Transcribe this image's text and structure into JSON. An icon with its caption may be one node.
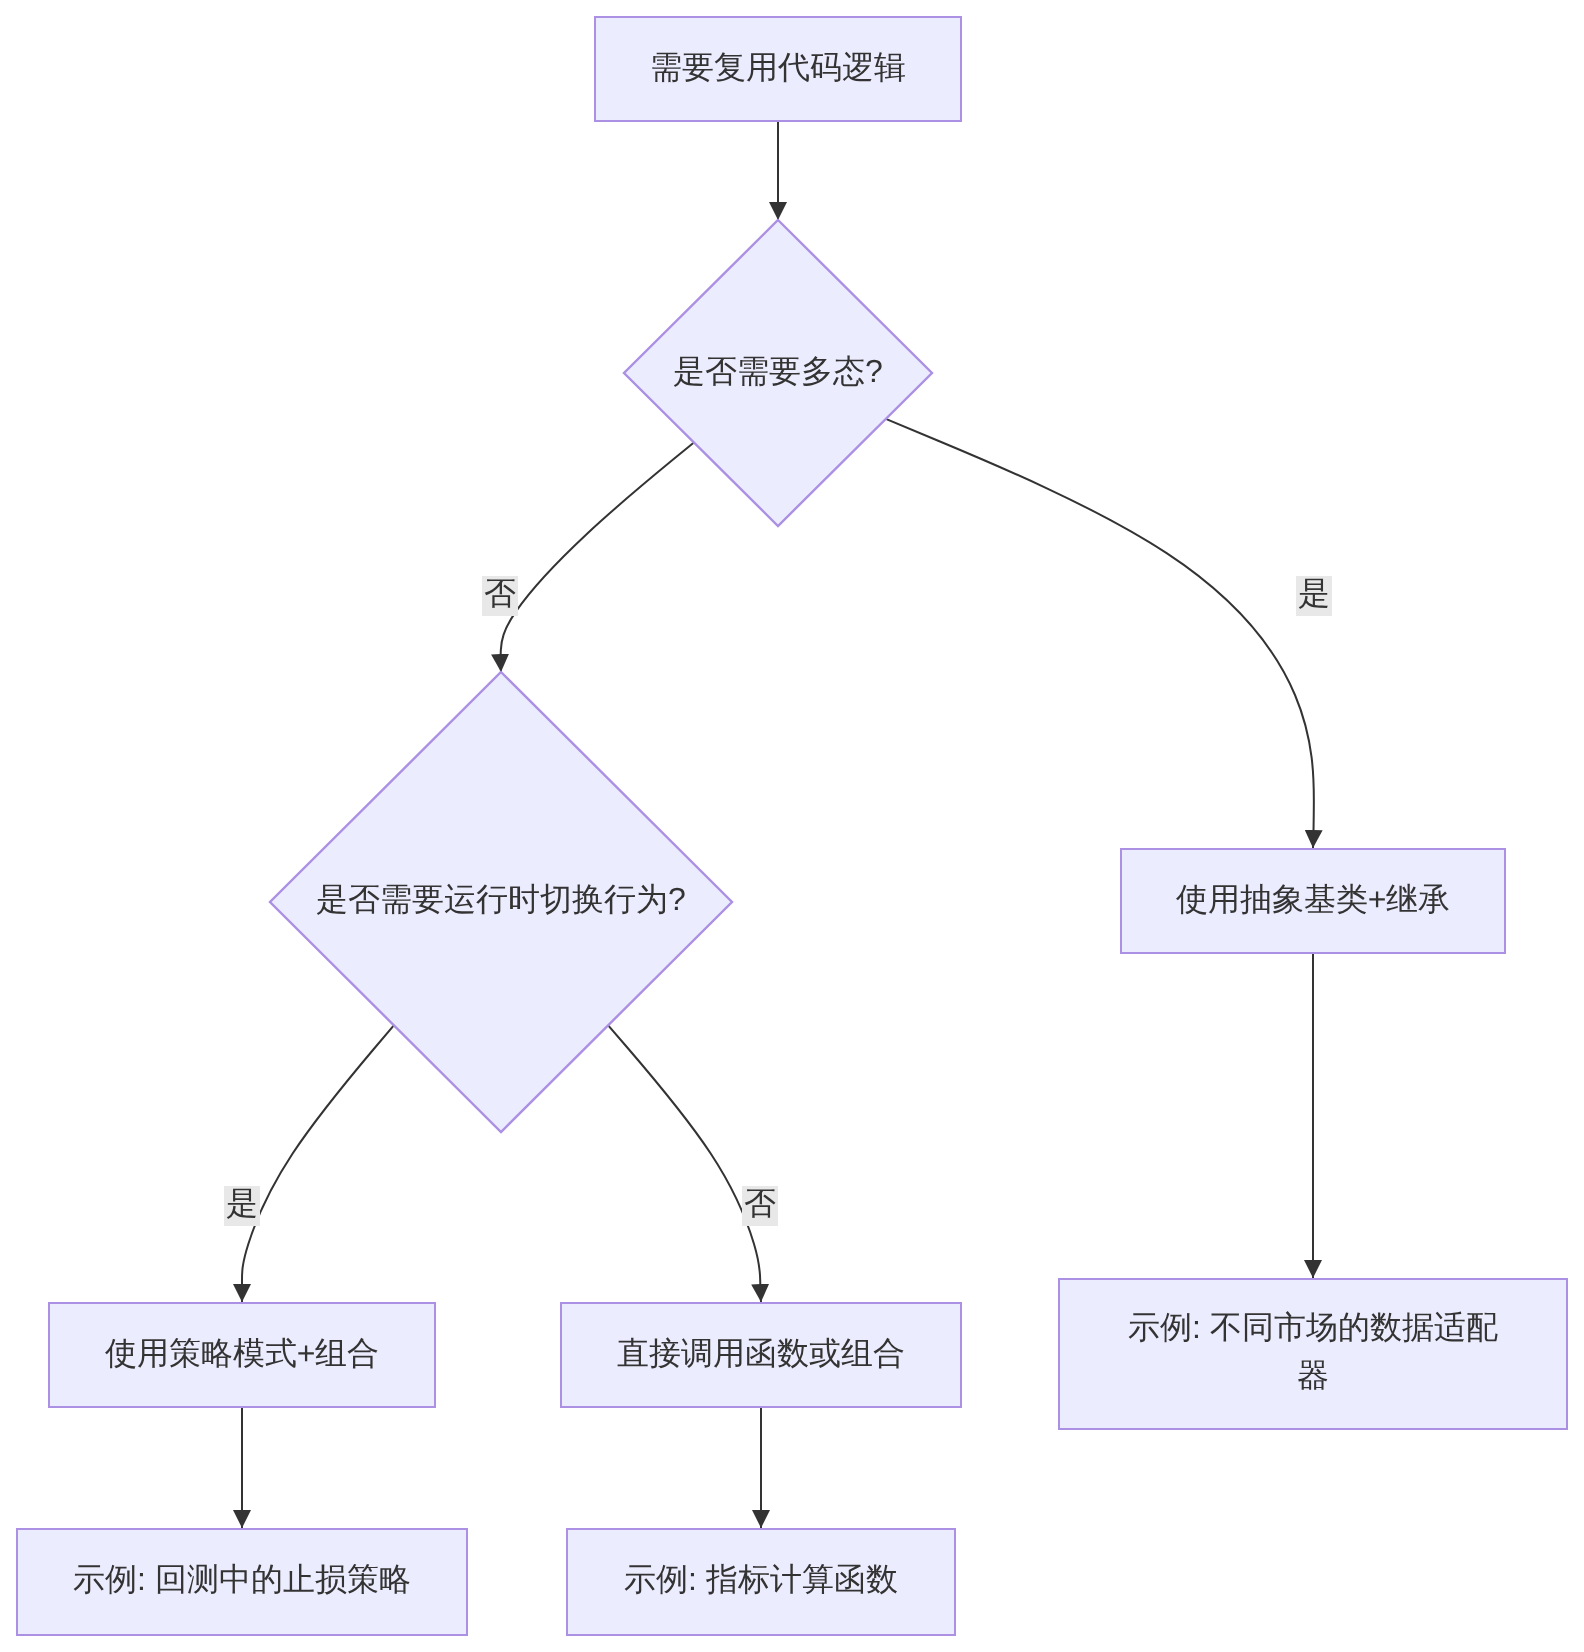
{
  "diagram": {
    "nodes": [
      {
        "text": [
          "需要复用代码逻辑"
        ]
      },
      {
        "text": [
          "是否需要多态?"
        ]
      },
      {
        "text": [
          "是否需要运行时切换行为?"
        ]
      },
      {
        "text": [
          "使用抽象基类+继承"
        ]
      },
      {
        "text": [
          "使用策略模式+组合"
        ]
      },
      {
        "text": [
          "直接调用函数或组合"
        ]
      },
      {
        "text": [
          "示例: 不同市场的数据适配器"
        ]
      },
      {
        "text": [
          "示例: 回测中的止损策略"
        ]
      },
      {
        "text": [
          "示例: 指标计算函数"
        ]
      }
    ],
    "edges": [
      {
        "from": 0,
        "to": 1,
        "arrow": "to"
      },
      {
        "from": 1,
        "to": 2,
        "arrow": "to",
        "label": "否"
      },
      {
        "from": 1,
        "to": 3,
        "arrow": "to",
        "label": "是"
      },
      {
        "from": 2,
        "to": 4,
        "arrow": "to",
        "label": "是"
      },
      {
        "from": 2,
        "to": 5,
        "arrow": "to",
        "label": "否"
      },
      {
        "from": 3,
        "to": 6,
        "arrow": "to"
      },
      {
        "from": 4,
        "to": 7,
        "arrow": "to"
      },
      {
        "from": 5,
        "to": 8,
        "arrow": "to"
      }
    ]
  }
}
